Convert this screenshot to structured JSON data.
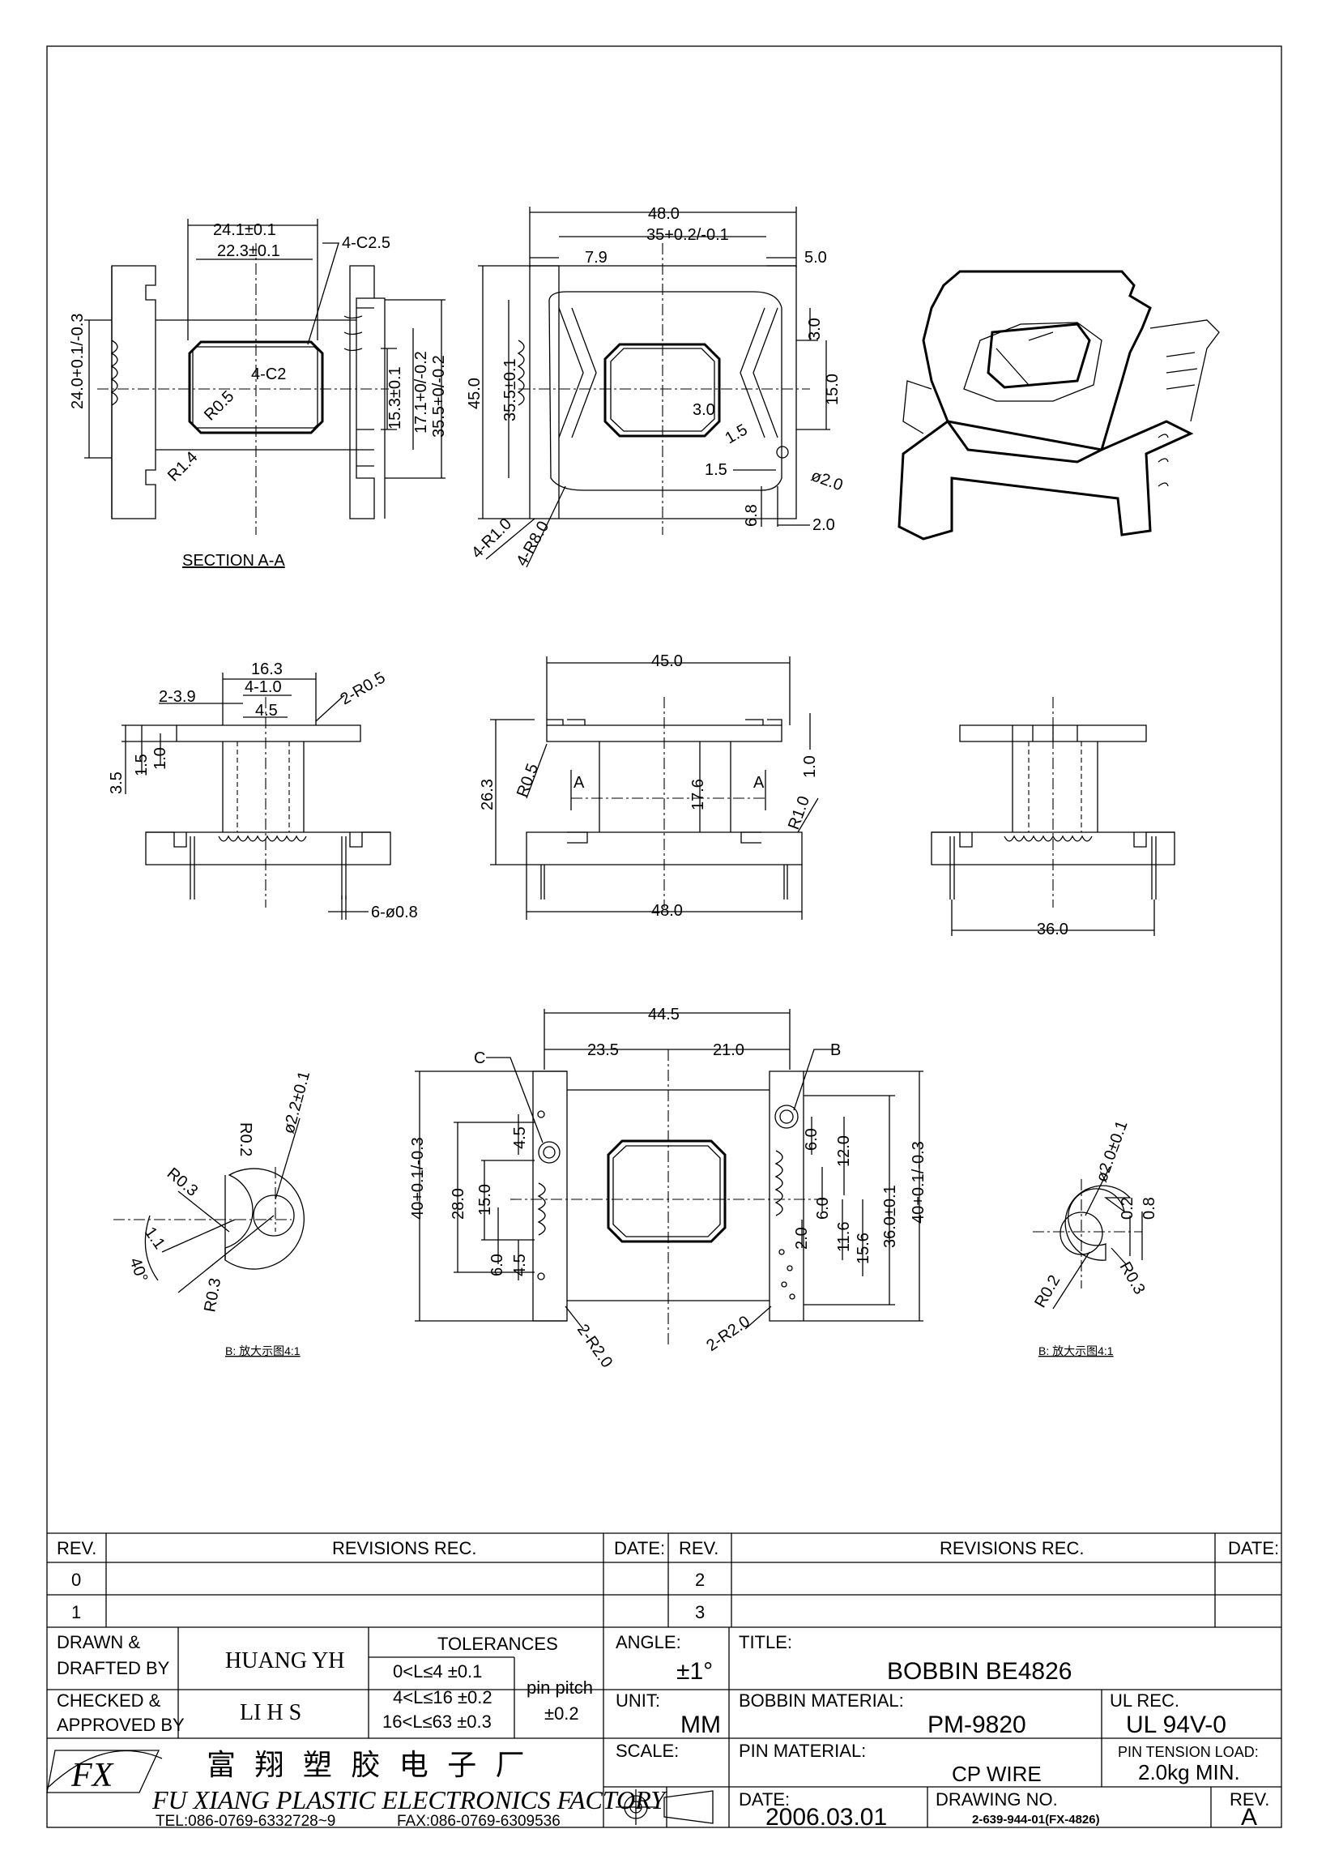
{
  "drawing": {
    "section_label": "SECTION A-A",
    "top_left": {
      "d1": "24.1±0.1",
      "d2": "22.3±0.1",
      "d3": "4-C2.5",
      "d4": "4-C2",
      "d5": "R0.5",
      "d6": "R1.4",
      "d7": "24.0+0.1/-0.3",
      "d8": "15.3±0.1",
      "d9": "17.1+0/-0.2",
      "d10": "35.5+0/-0.2"
    },
    "top_mid": {
      "d1": "48.0",
      "d2": "35+0.2/-0.1",
      "d3": "7.9",
      "d4": "5.0",
      "d5": "45.0",
      "d6": "35.5±0.1",
      "d7": "3.0",
      "d8": "15.0",
      "d9": "3.0",
      "d10": "1.5",
      "d11": "1.5",
      "d12": "ø2.0",
      "d13": "6.8",
      "d14": "2.0",
      "d15": "4-R1.0",
      "d16": "4-R8.0"
    },
    "mid_left": {
      "d1": "16.3",
      "d2": "2-3.9",
      "d3": "4-1.0",
      "d4": "2-R0.5",
      "d5": "4.5",
      "d6": "3.5",
      "d7": "1.5",
      "d8": "1.0",
      "d9": "6-ø0.8"
    },
    "mid_center": {
      "d1": "45.0",
      "d2": "26.3",
      "d3": "R0.5",
      "d4": "17.6",
      "d5": "1.0",
      "d6": "R1.0",
      "d7": "48.0",
      "a": "A"
    },
    "mid_right": {
      "d1": "36.0"
    },
    "bottom_center": {
      "d1": "44.5",
      "d2": "23.5",
      "d3": "21.0",
      "c": "C",
      "b": "B",
      "d4": "4.5",
      "d5": "28.0",
      "d6": "15.0",
      "d7": "6.0",
      "d8": "4.5",
      "d9": "40+0.1/-0.3",
      "d10": "6.0",
      "d11": "12.0",
      "d12": "6.0",
      "d13": "2.0",
      "d14": "11.6",
      "d15": "15.6",
      "d16": "36.0±0.1",
      "d17": "40+0.1/-0.3",
      "d18": "2-R2.0",
      "d19": "2-R2.0"
    },
    "detail_b_left": {
      "d1": "R0.2",
      "d2": "ø2.2±0.1",
      "d3": "R0.3",
      "d4": "1.1",
      "d5": "40°",
      "d6": "R0.3",
      "caption": "B: 放大示图4:1"
    },
    "detail_b_right": {
      "d1": "ø2.0±0.1",
      "d2": "0.2",
      "d3": "0.8",
      "d4": "R0.2",
      "d5": "R0.3",
      "caption": "B: 放大示图4:1"
    }
  },
  "title_block": {
    "rev_header": "REV.",
    "revisions_rec": "REVISIONS  REC.",
    "date_header": "DATE:",
    "rev_rows_left": [
      "0",
      "1"
    ],
    "rev_rows_right": [
      "2",
      "3"
    ],
    "drawn_label": "DRAWN &\nDRAFTED BY",
    "drawn_by": "HUANG YH",
    "checked_label": "CHECKED &\nAPPROVED BY",
    "checked_by": "LI H S",
    "tolerances_label": "TOLERANCES",
    "tol_rows": [
      "0<L≤4    ±0.1",
      "4<L≤16  ±0.2",
      "16<L≤63  ±0.3"
    ],
    "pin_pitch_label": "pin pitch",
    "pin_pitch_value": "±0.2",
    "angle_label": "ANGLE:",
    "angle_value": "±1°",
    "unit_label": "UNIT:",
    "unit_value": "MM",
    "scale_label": "SCALE:",
    "title_label": "TITLE:",
    "title_value": "BOBBIN  BE4826",
    "bobbin_material_label": "BOBBIN  MATERIAL:",
    "bobbin_material_value": "PM-9820",
    "ul_rec_label": "UL REC.",
    "ul_rec_value": "UL  94V-0",
    "pin_material_label": "PIN  MATERIAL:",
    "pin_material_value": "CP  WIRE",
    "pin_tension_label": "PIN  TENSION  LOAD:",
    "pin_tension_value": "2.0kg  MIN.",
    "date_label": "DATE:",
    "date_value": "2006.03.01",
    "drawing_no_label": "DRAWING  NO.",
    "drawing_no_value": "2-639-944-01(FX-4826)",
    "rev_label": "REV.",
    "rev_value": "A",
    "company_cn": "富 翔 塑 胶 电 子 厂",
    "company_en": "FU XIANG PLASTIC ELECTRONICS FACTORY",
    "tel": "TEL:086-0769-6332728~9",
    "fax": "FAX:086-0769-6309536",
    "logo_text": "FX"
  }
}
